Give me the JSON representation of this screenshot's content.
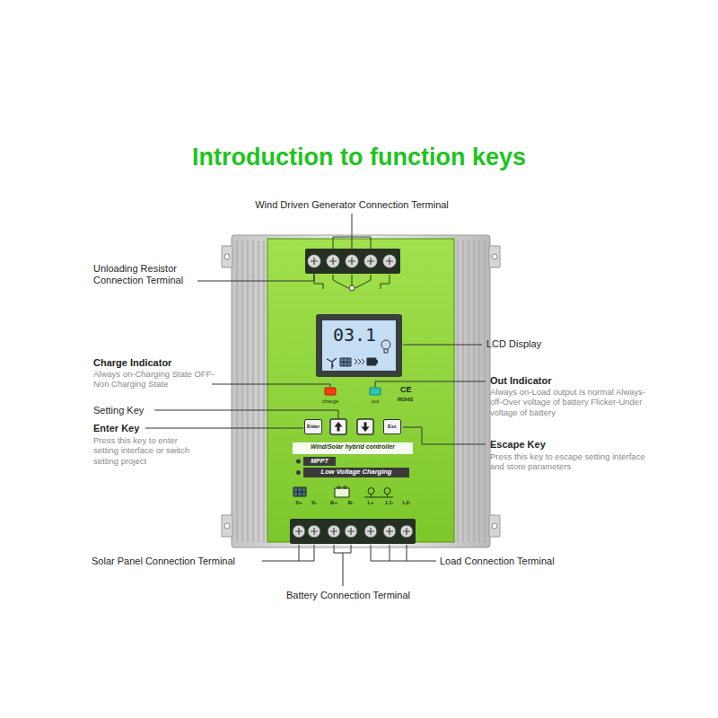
{
  "diagram": {
    "title": "Introduction to function keys",
    "nodes": [
      {
        "text": [
          "03.1"
        ]
      },
      {
        "text": [
          "Enter"
        ]
      },
      {
        "text": [
          "Esc"
        ]
      },
      {
        "text": [
          "MPPT"
        ]
      },
      {
        "text": [
          "Low Voltage Charging"
        ]
      }
    ],
    "labels": [
      "Wind Driven Generator Connection Terminal",
      "Unloading Resistor Connection Terminal",
      "Charge Indicator",
      "Always on-Charging State OFF-Non Charging State",
      "LCD Display",
      "Out Indicator",
      "Always on-Load output is normal Always-off-Over voltage of battery Flicker-Under voltage of battery",
      "charge",
      "out",
      "CE",
      "ROHS",
      "Setting Key",
      "Enter Key",
      "Press this key to enter setting interface or switch setting project",
      "Escape Key",
      "Press this key to escape setting interface and store parameters",
      "Wind/Solar hybrid controller",
      "S+",
      "S-",
      "B+",
      "B-",
      "L+",
      "L1-",
      "L2-",
      "Solar Panel Connection Terminal",
      "Load Connection Terminal",
      "Battery Connection Terminal"
    ]
  }
}
